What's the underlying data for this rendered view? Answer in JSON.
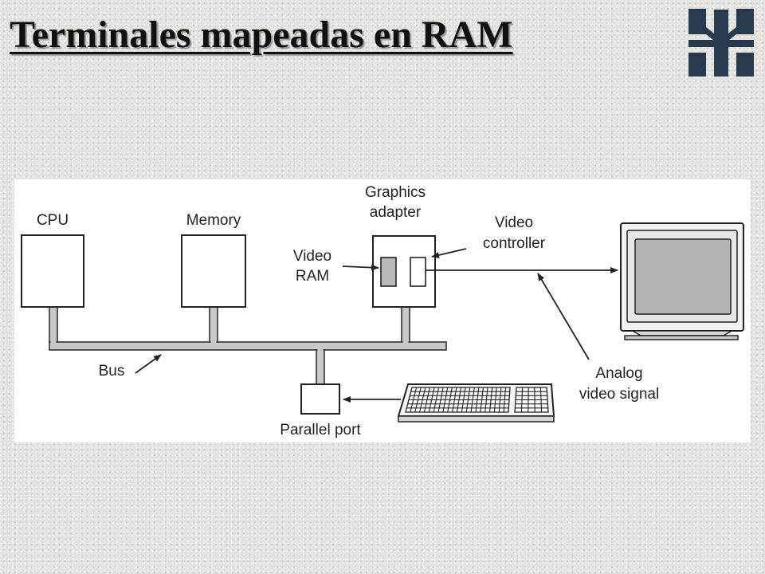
{
  "title": "Terminales mapeadas en RAM",
  "logo": {
    "icon": "university-emblem-icon",
    "color": "#2a3a4e"
  },
  "diagram": {
    "cpu": "CPU",
    "memory": "Memory",
    "graphics_adapter": [
      "Graphics",
      "adapter"
    ],
    "video_ram": [
      "Video",
      "RAM"
    ],
    "video_controller": [
      "Video",
      "controller"
    ],
    "bus": "Bus",
    "parallel_port": "Parallel port",
    "analog_signal": [
      "Analog",
      "video signal"
    ]
  }
}
